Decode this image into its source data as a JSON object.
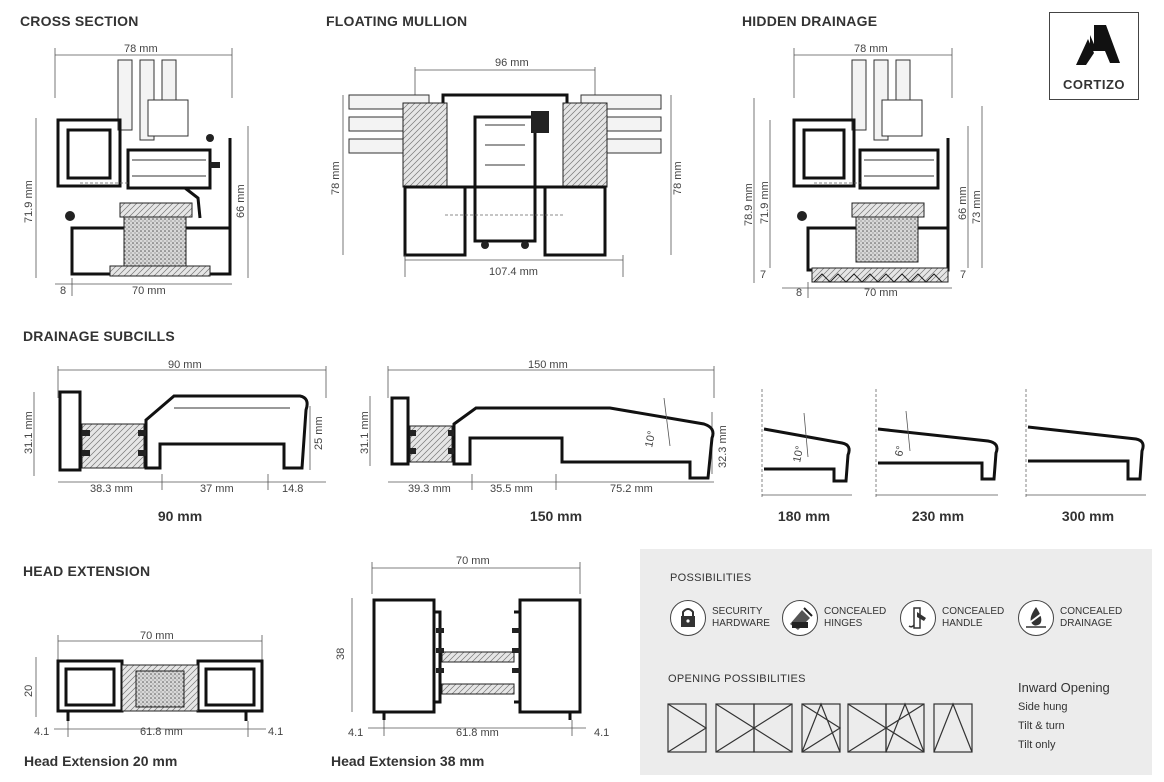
{
  "sections": {
    "cross_section": "CROSS SECTION",
    "floating_mullion": "FLOATING MULLION",
    "hidden_drainage": "HIDDEN DRAINAGE",
    "drainage_subcills": "DRAINAGE SUBCILLS",
    "head_extension": "HEAD EXTENSION"
  },
  "logo": {
    "text": "CORTIZO"
  },
  "cross_section": {
    "width_top": "78 mm",
    "height_left": "71.9 mm",
    "height_right": "66 mm",
    "bottom_left": "8",
    "bottom_main": "70 mm"
  },
  "floating_mullion": {
    "width_top": "96 mm",
    "height_left": "78 mm",
    "height_right": "78 mm",
    "width_bottom": "107.4 mm"
  },
  "hidden_drainage": {
    "width_top": "78 mm",
    "h1": "78.9 mm",
    "h2": "71.9 mm",
    "h3": "66 mm",
    "h4": "73 mm",
    "left_small": "7",
    "right_small": "7",
    "bottom_left": "8",
    "bottom_main": "70 mm"
  },
  "subcills": {
    "s90": {
      "width": "90 mm",
      "height": "31.1 mm",
      "right": "25 mm",
      "d1": "38.3 mm",
      "d2": "37 mm",
      "d3": "14.8",
      "caption": "90 mm"
    },
    "s150": {
      "width": "150 mm",
      "height": "31.1 mm",
      "right": "32.3 mm",
      "d1": "39.3 mm",
      "d2": "35.5 mm",
      "d3": "75.2 mm",
      "angle": "10°",
      "caption": "150 mm"
    },
    "s180": {
      "angle": "10°",
      "caption": "180 mm"
    },
    "s230": {
      "angle": "6°",
      "caption": "230 mm"
    },
    "s300": {
      "caption": "300 mm"
    }
  },
  "head_ext_20": {
    "width": "70 mm",
    "height": "20",
    "left": "4.1",
    "mid": "61.8 mm",
    "right": "4.1",
    "caption": "Head Extension 20 mm"
  },
  "head_ext_38": {
    "width": "70 mm",
    "height": "38",
    "left": "4.1",
    "mid": "61.8 mm",
    "right": "4.1",
    "caption": "Head Extension 38 mm"
  },
  "possibilities": {
    "title": "POSSIBILITIES",
    "features": [
      {
        "icon": "padlock-icon",
        "label1": "SECURITY",
        "label2": "HARDWARE"
      },
      {
        "icon": "hinge-icon",
        "label1": "CONCEALED",
        "label2": "HINGES"
      },
      {
        "icon": "handle-icon",
        "label1": "CONCEALED",
        "label2": "HANDLE"
      },
      {
        "icon": "drainage-icon",
        "label1": "CONCEALED",
        "label2": "DRAINAGE"
      }
    ],
    "opening_title": "OPENING POSSIBILITIES",
    "inward": "Inward Opening",
    "types": [
      "Side hung",
      "Tilt & turn",
      "Tilt only"
    ]
  }
}
